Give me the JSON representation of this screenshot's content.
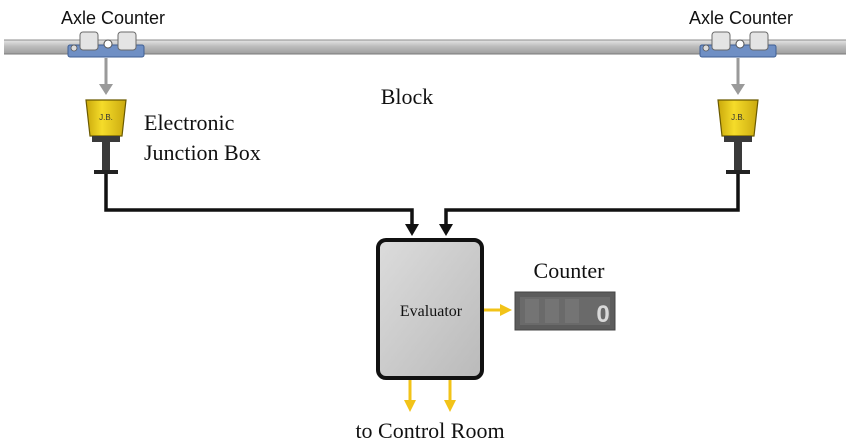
{
  "labels": {
    "axle_counter_left": "Axle Counter",
    "axle_counter_right": "Axle Counter",
    "block": "Block",
    "junction_box_line1": "Electronic",
    "junction_box_line2": "Junction Box",
    "jb_tag": "J.B.",
    "evaluator": "Evaluator",
    "counter": "Counter",
    "counter_display_digit": "0",
    "control_room": "to Control Room"
  },
  "colors": {
    "rail": "#c9c9c9",
    "sensor_blue": "#6f8fc4",
    "junction_box_yellow": "#f0d21a",
    "wire_black": "#111111",
    "arrow_gray": "#9a9a9a",
    "arrow_yellow": "#f2c318",
    "evaluator_fill": "#c8c8c8",
    "counter_display": "#5c5c5c"
  }
}
